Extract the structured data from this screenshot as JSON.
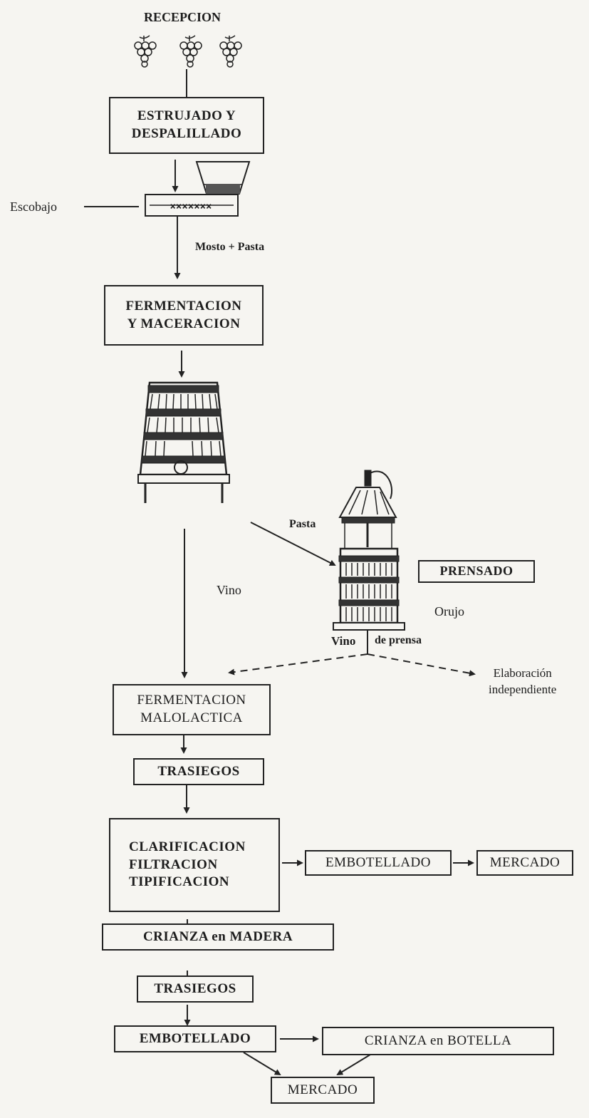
{
  "title": "RECEPCION",
  "steps": {
    "estrujado": [
      "ESTRUJADO Y",
      "DESPALILLADO"
    ],
    "fermentacion": [
      "FERMENTACION",
      "Y MACERACION"
    ],
    "prensado": "PRENSADO",
    "malolactica": [
      "FERMENTACION",
      "MALOLACTICA"
    ],
    "trasiegos_1": "TRASIEGOS",
    "clarificacion": [
      "CLARIFICACION",
      "FILTRACION",
      "TIPIFICACION"
    ],
    "embotellado_1": "EMBOTELLADO",
    "mercado_1": "MERCADO",
    "crianza_madera": "CRIANZA en MADERA",
    "trasiegos_2": "TRASIEGOS",
    "embotellado_2": "EMBOTELLADO",
    "crianza_botella": "CRIANZA en BOTELLA",
    "mercado_2": "MERCADO"
  },
  "labels": {
    "escobajo": "Escobajo",
    "mosto_pasta": "Mosto + Pasta",
    "pasta": "Pasta",
    "vino": "Vino",
    "orujo": "Orujo",
    "vino_prensa": "Vino",
    "de_prensa": "de prensa",
    "elaboracion": [
      "Elaboración",
      "independiente"
    ]
  },
  "icons": [
    "grape-cluster-icon",
    "crusher-destemmer-icon",
    "fermentation-vat-icon",
    "wine-press-icon"
  ]
}
